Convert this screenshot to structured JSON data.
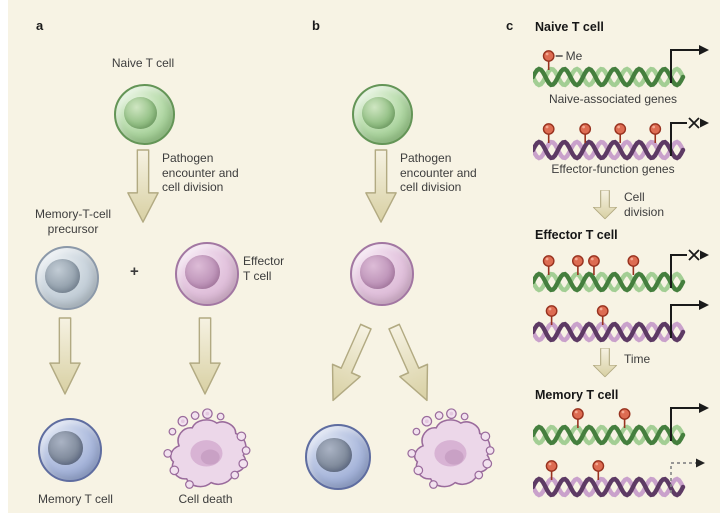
{
  "figure": {
    "background": "#f7f3e4",
    "outer_background": "#ffffff"
  },
  "colors": {
    "naive_cell": "#9bc98e",
    "precursor_cell": "#c4cfd8",
    "effector_cell": "#ddbcd7",
    "memory_cell": "#93a4d0",
    "death_cell": "#ecd7e9",
    "big_arrow_fill": "#ddd5ab",
    "big_arrow_stroke": "#b2aa82",
    "dna_green_light": "#a3ce94",
    "dna_green_dark": "#457f3e",
    "dna_purple_light": "#c9a1cb",
    "dna_purple_dark": "#5d3a64",
    "methyl_fill": "#dd6c52",
    "methyl_stroke": "#98321f",
    "promoter_active": "#1a1a1a",
    "promoter_poised": "#8a8a8a"
  },
  "panel_a": {
    "letter": "a",
    "naive_label": "Naive T cell",
    "division_label": "Pathogen\nencounter and\ncell division",
    "precursor_label": "Memory-T-cell\nprecursor",
    "plus_sign": "+",
    "effector_label": "Effector\nT cell",
    "memory_label": "Memory T cell",
    "death_label": "Cell death"
  },
  "panel_b": {
    "letter": "b",
    "division_label": "Pathogen\nencounter and\ncell division"
  },
  "panel_c": {
    "letter": "c",
    "naive_heading": "Naive T cell",
    "me_label": "Me",
    "naive_genes_label": "Naive-associated genes",
    "effector_genes_label": "Effector-function genes",
    "cell_division_label": "Cell\ndivision",
    "effector_heading": "Effector T cell",
    "time_label": "Time",
    "memory_heading": "Memory T cell",
    "dna_rows": [
      {
        "name": "naive-associated-genes-naive",
        "strand": "green",
        "methyl_positions": [
          0.08
        ],
        "promoter": "active",
        "show_me_label": true
      },
      {
        "name": "effector-function-genes-naive",
        "strand": "purple",
        "methyl_positions": [
          0.08,
          0.33,
          0.57,
          0.81
        ],
        "promoter": "blocked",
        "show_me_label": false
      },
      {
        "name": "naive-associated-genes-effector",
        "strand": "green",
        "methyl_positions": [
          0.08,
          0.28,
          0.39,
          0.66
        ],
        "promoter": "blocked",
        "show_me_label": false
      },
      {
        "name": "effector-function-genes-effector",
        "strand": "purple",
        "methyl_positions": [
          0.1,
          0.45
        ],
        "promoter": "active",
        "show_me_label": false
      },
      {
        "name": "naive-associated-genes-memory",
        "strand": "green",
        "methyl_positions": [
          0.28,
          0.6
        ],
        "promoter": "active",
        "show_me_label": false
      },
      {
        "name": "effector-function-genes-memory",
        "strand": "purple",
        "methyl_positions": [
          0.1,
          0.42
        ],
        "promoter": "poised",
        "show_me_label": false
      }
    ]
  }
}
